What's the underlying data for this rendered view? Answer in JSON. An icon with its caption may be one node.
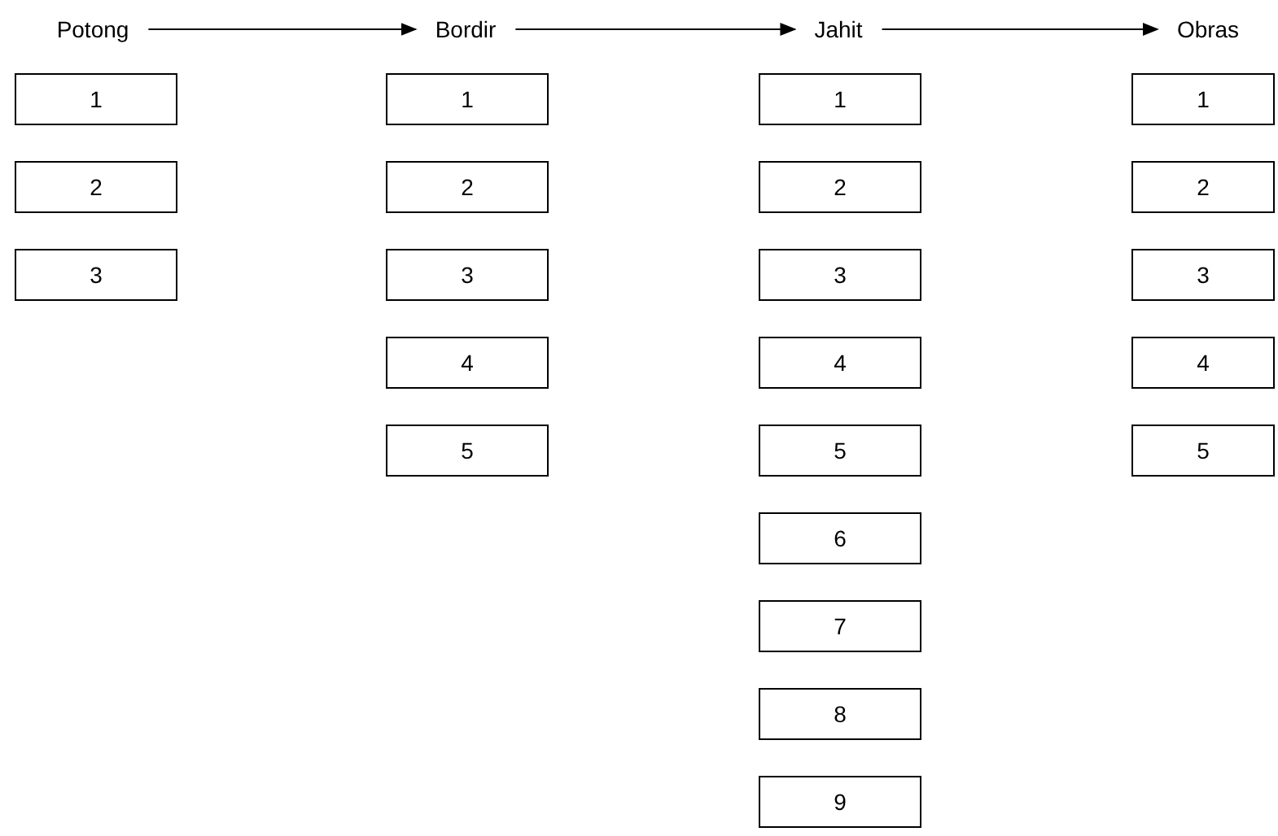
{
  "diagram": {
    "nodes": [
      {
        "text": [
          "Potong"
        ]
      },
      {
        "text": [
          "Bordir"
        ]
      },
      {
        "text": [
          "Jahit"
        ]
      },
      {
        "text": [
          "Obras"
        ]
      },
      {
        "text": [
          "1"
        ]
      },
      {
        "text": [
          "2"
        ]
      },
      {
        "text": [
          "3"
        ]
      },
      {
        "text": [
          "1"
        ]
      },
      {
        "text": [
          "2"
        ]
      },
      {
        "text": [
          "3"
        ]
      },
      {
        "text": [
          "4"
        ]
      },
      {
        "text": [
          "5"
        ]
      },
      {
        "text": [
          "1"
        ]
      },
      {
        "text": [
          "2"
        ]
      },
      {
        "text": [
          "3"
        ]
      },
      {
        "text": [
          "4"
        ]
      },
      {
        "text": [
          "5"
        ]
      },
      {
        "text": [
          "6"
        ]
      },
      {
        "text": [
          "7"
        ]
      },
      {
        "text": [
          "8"
        ]
      },
      {
        "text": [
          "9"
        ]
      },
      {
        "text": [
          "1"
        ]
      },
      {
        "text": [
          "2"
        ]
      },
      {
        "text": [
          "3"
        ]
      },
      {
        "text": [
          "4"
        ]
      },
      {
        "text": [
          "5"
        ]
      }
    ],
    "edges": [
      {
        "from": 0,
        "to": 1,
        "arrow": "to"
      },
      {
        "from": 1,
        "to": 2,
        "arrow": "to"
      },
      {
        "from": 2,
        "to": 3,
        "arrow": "to"
      }
    ]
  }
}
